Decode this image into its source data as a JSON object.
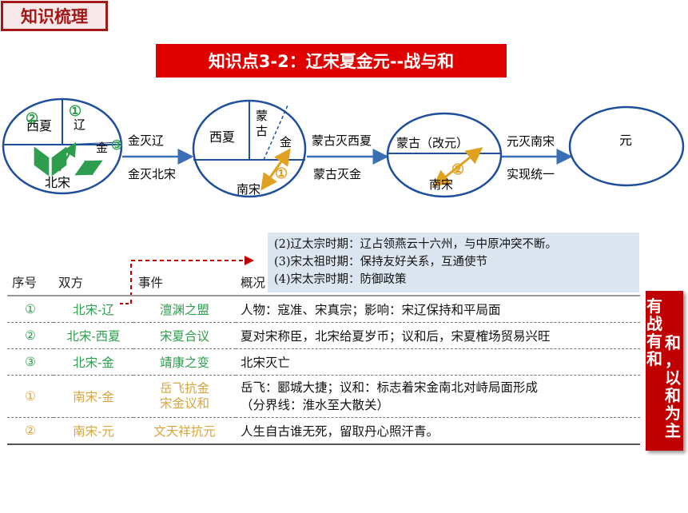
{
  "header": {
    "tag": "知识梳理"
  },
  "topic_title": "知识点3-2：辽宋夏金元--战与和",
  "diagram": {
    "circle1": {
      "xixia": "西夏",
      "liao": "辽",
      "jin": "金",
      "beisong": "北宋",
      "n2": "②",
      "n1": "①",
      "n3": "③"
    },
    "arrow1": {
      "top": "金灭辽",
      "bottom": "金灭北宋"
    },
    "circle2": {
      "xixia": "西夏",
      "menggu": "蒙古",
      "jin": "金",
      "nansong": "南宋",
      "n1": "①"
    },
    "arrow2": {
      "top": "蒙古灭西夏",
      "bottom": "蒙古灭金"
    },
    "circle3": {
      "menggu": "蒙古（改元）",
      "nansong": "南宋",
      "n2": "②"
    },
    "arrow3": {
      "top": "元灭南宋",
      "bottom": "实现统一"
    },
    "circle4": {
      "yuan": "元"
    }
  },
  "notes": [
    "(2)辽太宗时期：辽占领燕云十六州，与中原冲突不断。",
    "(3)宋太祖时期：保持友好关系，互通使节",
    "(4)宋太宗时期：防御政策"
  ],
  "table": {
    "headers": [
      "序号",
      "双方",
      "事件",
      "概况"
    ],
    "rows": [
      {
        "no": "①",
        "sides": "北宋-辽",
        "event": "澶渊之盟",
        "event2": "",
        "summary": "人物：寇准、宋真宗；影响：宋辽保持和平局面",
        "summary2": ""
      },
      {
        "no": "②",
        "sides": "北宋-西夏",
        "event": "宋夏合议",
        "event2": "",
        "summary": "夏对宋称臣，北宋给夏岁币；议和后，宋夏榷场贸易兴旺",
        "summary2": ""
      },
      {
        "no": "③",
        "sides": "北宋-金",
        "event": "靖康之变",
        "event2": "",
        "summary": "北宋灭亡",
        "summary2": ""
      },
      {
        "no": "①",
        "sides": "南宋-金",
        "event": "岳飞抗金",
        "event2": "宋金议和",
        "summary": "岳飞：郾城大捷；议和：标志着宋金南北对峙局面形成",
        "summary2": "（分界线：淮水至大散关）"
      },
      {
        "no": "②",
        "sides": "南宋-元",
        "event": "文天祥抗元",
        "event2": "",
        "summary": "人生自古谁无死，留取丹心照汗青。",
        "summary2": ""
      }
    ]
  },
  "side_banner": {
    "col1": "有战有和",
    "col2": "和，以和为主"
  },
  "colors": {
    "red": "#e00000",
    "green": "#2e9e4e",
    "gold": "#d6a640",
    "blue": "#1f4e9c"
  }
}
